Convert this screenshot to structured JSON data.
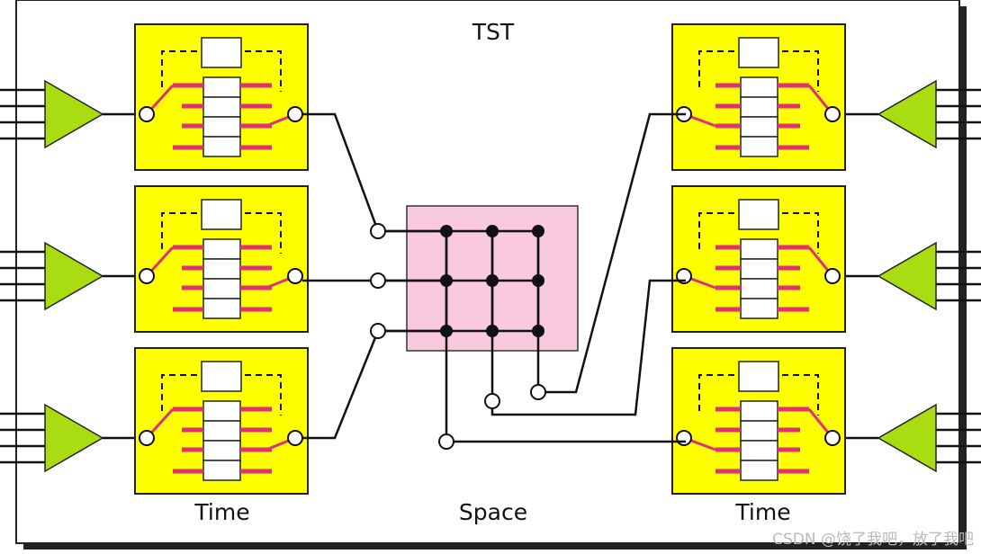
{
  "title": "TST",
  "labels": {
    "time_left": "Time",
    "space": "Space",
    "time_right": "Time"
  },
  "watermark": "CSDN @饶了我吧，放了我吧",
  "colors": {
    "time_module_fill": "#ffff00",
    "space_switch_fill": "#f9c9e0",
    "slot_bar": "#e0307a",
    "mux_triangle": "#aadd11",
    "frame_shadow": "#222222"
  },
  "left_stages": [
    {
      "id": "left-time-switch-1"
    },
    {
      "id": "left-time-switch-2"
    },
    {
      "id": "left-time-switch-3"
    }
  ],
  "right_stages": [
    {
      "id": "right-time-switch-1"
    },
    {
      "id": "right-time-switch-2"
    },
    {
      "id": "right-time-switch-3"
    }
  ],
  "crossbar": {
    "rows": 3,
    "cols": 3
  }
}
